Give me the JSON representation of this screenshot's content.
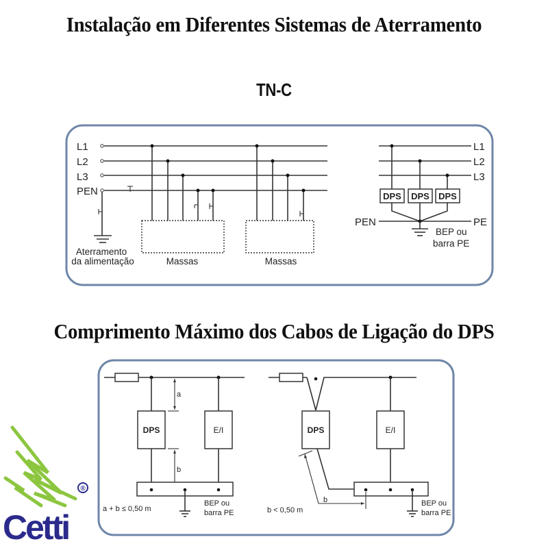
{
  "titles": {
    "main": "Instalação em Diferentes Sistemas de Aterramento",
    "tnc": "TN-C",
    "section2": "Comprimento Máximo dos Cabos de Ligação do DPS"
  },
  "tnc_diagram": {
    "left": {
      "conductors": [
        "L1",
        "L2",
        "L3",
        "PEN"
      ],
      "ground_label_line1": "Aterramento",
      "ground_label_line2": "da alimentação",
      "mass_label_1": "Massas",
      "mass_label_2": "Massas"
    },
    "right": {
      "conductors": [
        "L1",
        "L2",
        "L3"
      ],
      "dps_labels": [
        "DPS",
        "DPS",
        "DPS"
      ],
      "pen_label": "PEN",
      "pe_label": "PE",
      "bep_line1": "BEP ou",
      "bep_line2": "barra PE"
    }
  },
  "cable_length_diagram": {
    "left": {
      "dps_label": "DPS",
      "ei_label": "E/I",
      "dim_a": "a",
      "dim_b": "b",
      "rule": "a + b ≤ 0,50 m",
      "bep_line1": "BEP ou",
      "bep_line2": "barra PE"
    },
    "right": {
      "dps_label": "DPS",
      "ei_label": "E/I",
      "dim_b": "b",
      "rule": "b < 0,50 m",
      "bep_line1": "BEP ou",
      "bep_line2": "barra PE"
    }
  },
  "logo": {
    "brand": "Cetti",
    "registered": "®",
    "brand_color": "#2b2a8c",
    "accent_color": "#8cc63f"
  },
  "colors": {
    "panel_border": "#6e86a8",
    "line": "#333333"
  }
}
